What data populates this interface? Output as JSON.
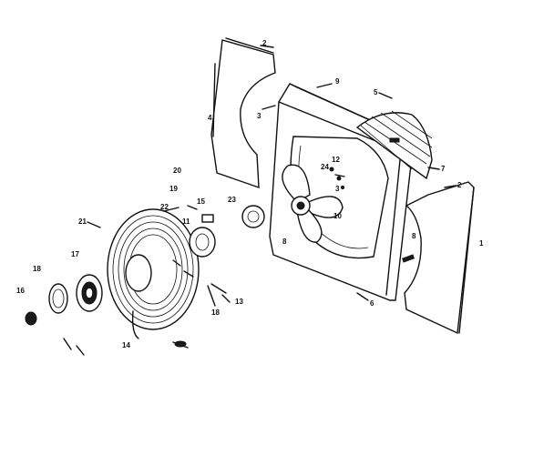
{
  "labels": {
    "l1": "1",
    "l2a": "2",
    "l2b": "2",
    "l3a": "3",
    "l3b": "3",
    "l4": "4",
    "l5": "5",
    "l6": "6",
    "l7": "7",
    "l8a": "8",
    "l8b": "8",
    "l9": "9",
    "l10": "10",
    "l11": "11",
    "l12": "12",
    "l13": "13",
    "l14": "14",
    "l15": "15",
    "l16": "16",
    "l17": "17",
    "l18a": "18",
    "l18b": "18",
    "l19": "19",
    "l20": "20",
    "l21": "21",
    "l22": "22",
    "l23": "23",
    "l24": "24"
  }
}
